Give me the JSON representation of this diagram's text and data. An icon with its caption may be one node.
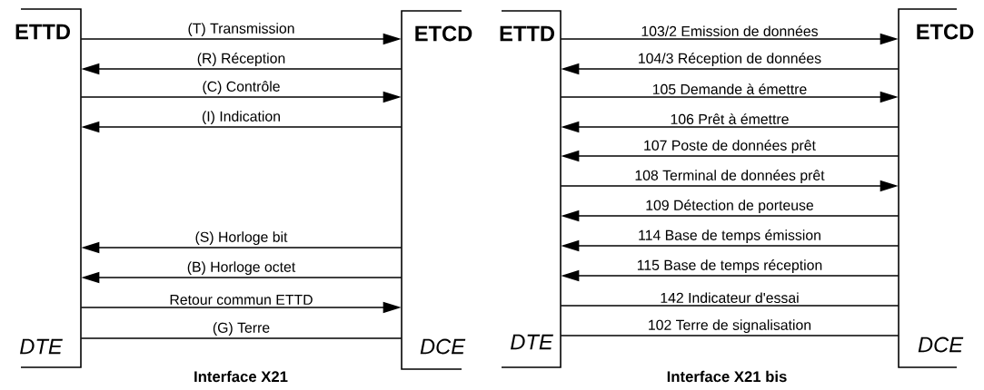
{
  "diagram": {
    "nodes": [
      {
        "text": [
          "ETTD",
          "DTE"
        ]
      },
      {
        "text": [
          "ETCD",
          "DCE"
        ]
      },
      {
        "text": [
          "ETTD",
          "DTE"
        ]
      },
      {
        "text": [
          "ETCD",
          "DCE"
        ]
      }
    ],
    "edges": [
      {
        "from": 0,
        "to": 1,
        "arrow": "to",
        "label": "(T) Transmission"
      },
      {
        "from": 1,
        "to": 0,
        "arrow": "to",
        "label": "(R) Réception"
      },
      {
        "from": 0,
        "to": 1,
        "arrow": "to",
        "label": "(C) Contrôle"
      },
      {
        "from": 1,
        "to": 0,
        "arrow": "to",
        "label": "(I) Indication"
      },
      {
        "from": 1,
        "to": 0,
        "arrow": "to",
        "label": "(S) Horloge bit"
      },
      {
        "from": 1,
        "to": 0,
        "arrow": "to",
        "label": "(B) Horloge octet"
      },
      {
        "from": 0,
        "to": 1,
        "arrow": "to",
        "label": "Retour commun ETTD"
      },
      {
        "from": 0,
        "to": 1,
        "arrow": "none",
        "label": "(G) Terre"
      },
      {
        "from": 2,
        "to": 3,
        "arrow": "to",
        "label": "103/2 Emission de données"
      },
      {
        "from": 3,
        "to": 2,
        "arrow": "to",
        "label": "104/3 Réception de données"
      },
      {
        "from": 2,
        "to": 3,
        "arrow": "to",
        "label": "105 Demande à émettre"
      },
      {
        "from": 3,
        "to": 2,
        "arrow": "to",
        "label": "106 Prêt à émettre"
      },
      {
        "from": 3,
        "to": 2,
        "arrow": "to",
        "label": "107 Poste de données prêt"
      },
      {
        "from": 2,
        "to": 3,
        "arrow": "to",
        "label": "108 Terminal de données prêt"
      },
      {
        "from": 3,
        "to": 2,
        "arrow": "to",
        "label": "109 Détection de porteuse"
      },
      {
        "from": 3,
        "to": 2,
        "arrow": "to",
        "label": "114 Base de temps émission"
      },
      {
        "from": 3,
        "to": 2,
        "arrow": "to",
        "label": "115 Base de temps réception"
      },
      {
        "from": 2,
        "to": 3,
        "arrow": "none",
        "label": "142 Indicateur d'essai"
      },
      {
        "from": 2,
        "to": 3,
        "arrow": "none",
        "label": "102 Terre de signalisation"
      }
    ],
    "labels": [
      "Interface X21",
      "Interface X21 bis"
    ]
  }
}
